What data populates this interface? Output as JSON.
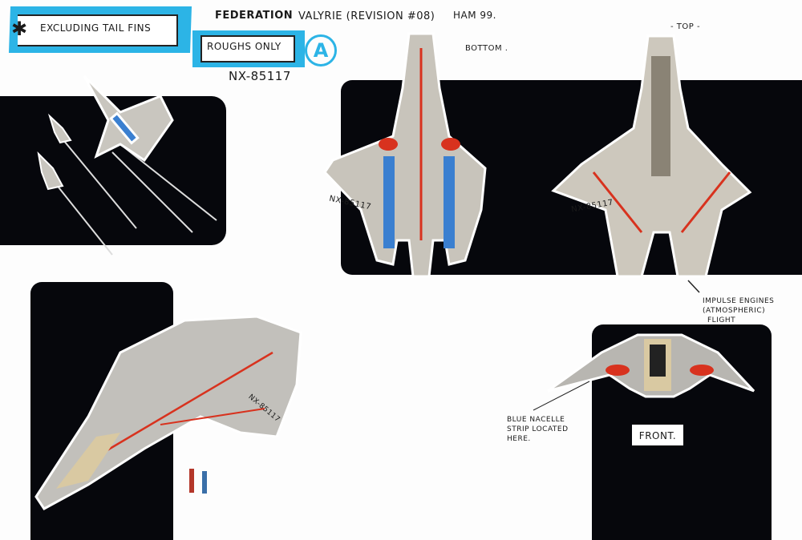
{
  "header": {
    "excluding_note": "Excluding tail fins",
    "asterisk": "✱",
    "faction": "Federation",
    "title": "Valyrie (Revision #08)",
    "signature": "Ham 99.",
    "roughs_label": "Roughs only",
    "revision_badge": "A",
    "registry": "NX-85117"
  },
  "views": {
    "bottom_label": "Bottom .",
    "top_label": "- Top -",
    "front_label": "Front."
  },
  "hull_markings": {
    "bottom_view": "NX-85117",
    "top_view": "NX-85117",
    "perspective_view": "NX-85117"
  },
  "annotations": {
    "impulse": [
      "Impulse engines",
      "(Atmospheric)",
      "flight"
    ],
    "nacelle": [
      "Blue nacelle",
      "strip located",
      "here."
    ]
  },
  "colors": {
    "marker_blue": "#2cb4e6",
    "hull_grey": "#c9c6bf",
    "accent_red": "#d8321e",
    "panel_black": "#06070c",
    "nacelle_blue": "#3a7fd0"
  }
}
